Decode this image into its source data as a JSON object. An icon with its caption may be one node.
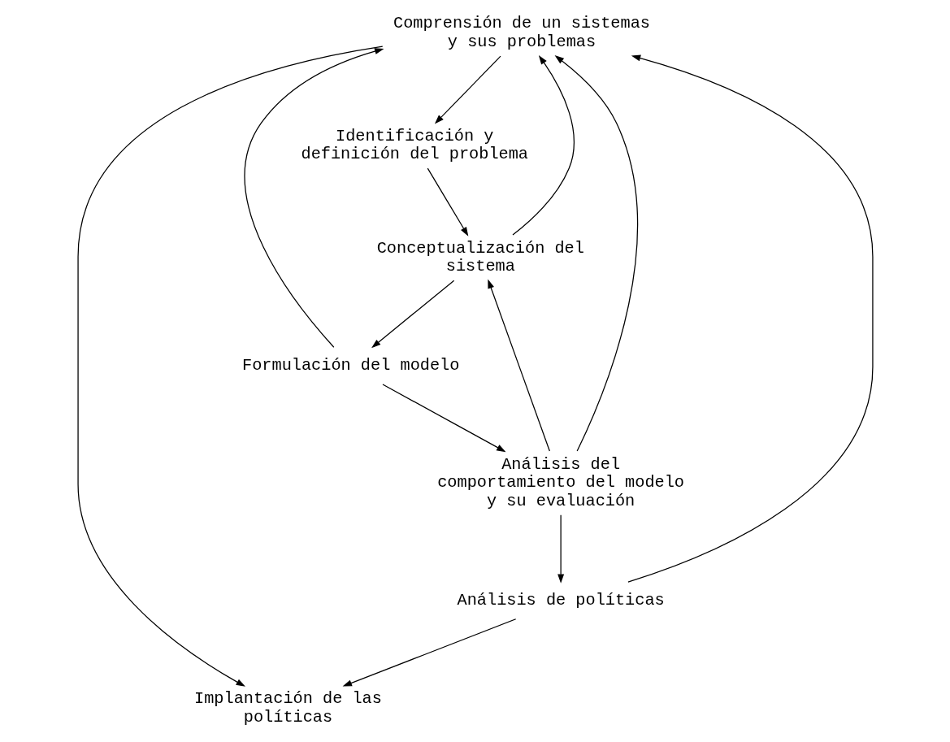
{
  "diagram": {
    "nodes": [
      {
        "text": [
          "Implantación de las políticas"
        ]
      },
      {
        "text": [
          "Comprensión de un sistemas y sus problemas"
        ]
      },
      {
        "text": [
          "Análisis de políticas"
        ]
      },
      {
        "text": [
          "Identificación y definición del problema"
        ]
      },
      {
        "text": [
          "Análisis del comportamiento del modelo y su evaluación"
        ]
      },
      {
        "text": [
          "Conceptualización del sistema"
        ]
      },
      {
        "text": [
          "Formulación del modelo"
        ]
      }
    ],
    "edges": [
      {
        "from": 1,
        "to": 0,
        "arrow": "to"
      },
      {
        "from": 2,
        "to": 0,
        "arrow": "to"
      },
      {
        "from": 2,
        "to": 1,
        "arrow": "to"
      },
      {
        "from": 1,
        "to": 3,
        "arrow": "to"
      },
      {
        "from": 3,
        "to": 5,
        "arrow": "to"
      },
      {
        "from": 5,
        "to": 1,
        "arrow": "to"
      },
      {
        "from": 5,
        "to": 6,
        "arrow": "to"
      },
      {
        "from": 6,
        "to": 4,
        "arrow": "to"
      },
      {
        "from": 4,
        "to": 2,
        "arrow": "to"
      },
      {
        "from": 4,
        "to": 1,
        "arrow": "to"
      },
      {
        "from": 6,
        "to": 1,
        "arrow": "to"
      },
      {
        "from": 4,
        "to": 5,
        "arrow": "to"
      }
    ]
  }
}
